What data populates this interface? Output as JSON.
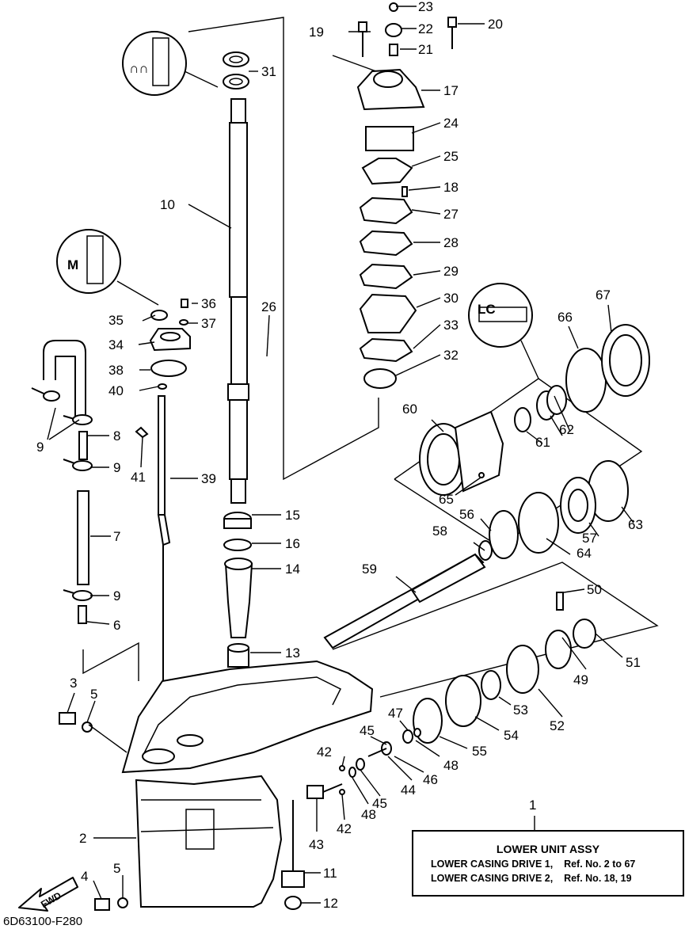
{
  "drawing_code": "6D63100-F280",
  "fwd_label": "FWD",
  "legend": {
    "title": "LOWER UNIT ASSY",
    "row1": "LOWER CASING DRIVE 1,    Ref. No. 2 to 67",
    "row2": "LOWER CASING DRIVE 2,    Ref. No. 18, 19"
  },
  "callouts": [
    "1",
    "2",
    "3",
    "4",
    "5",
    "5",
    "6",
    "7",
    "8",
    "9",
    "9",
    "9",
    "10",
    "11",
    "12",
    "13",
    "14",
    "15",
    "16",
    "17",
    "18",
    "19",
    "20",
    "21",
    "22",
    "23",
    "24",
    "25",
    "26",
    "27",
    "28",
    "29",
    "30",
    "31",
    "32",
    "33",
    "34",
    "35",
    "36",
    "37",
    "38",
    "39",
    "40",
    "41",
    "42",
    "42",
    "43",
    "44",
    "45",
    "45",
    "46",
    "47",
    "48",
    "48",
    "49",
    "50",
    "51",
    "52",
    "53",
    "54",
    "55",
    "56",
    "57",
    "58",
    "59",
    "60",
    "61",
    "62",
    "63",
    "64",
    "65",
    "66",
    "67"
  ]
}
